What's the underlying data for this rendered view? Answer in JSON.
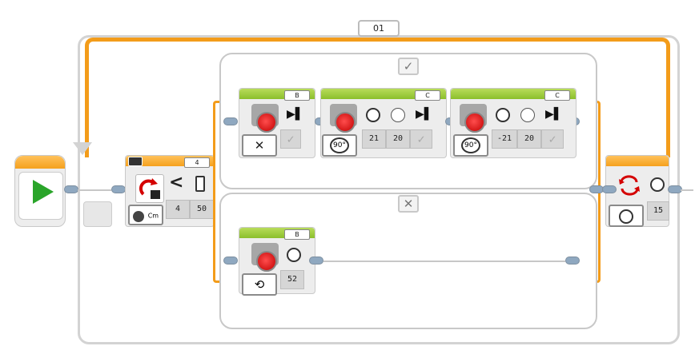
{
  "loop": {
    "name": "01"
  },
  "switch": {
    "case_true_icon": "checkmark-icon",
    "case_false_icon": "x-icon",
    "case_true_glyph": "✓",
    "case_false_glyph": "✕"
  },
  "start_block": {
    "icon": "play-icon"
  },
  "sensor_block": {
    "port": "4",
    "compare_symbol": "<",
    "unit": "Cm",
    "threshold_compare": "4",
    "threshold_value": "50"
  },
  "motor_b_top": {
    "port": "B",
    "mode_icon": "x-icon",
    "mode_glyph": "✕"
  },
  "motor_c_first": {
    "port": "C",
    "mode_text": "90°",
    "steering": "21",
    "power": "20"
  },
  "motor_c_second": {
    "port": "C",
    "mode_text": "90°",
    "steering": "-21",
    "power": "20"
  },
  "motor_b_bottom": {
    "port": "B",
    "mode_icon": "rotate-on-icon",
    "power": "52"
  },
  "wait_block": {
    "icon": "timer-icon",
    "seconds": "15"
  },
  "colors": {
    "wire": "#f39c1a",
    "action_head": "#8bbf2c",
    "flow_head": "#f5a11e",
    "motor": "#d40000"
  }
}
